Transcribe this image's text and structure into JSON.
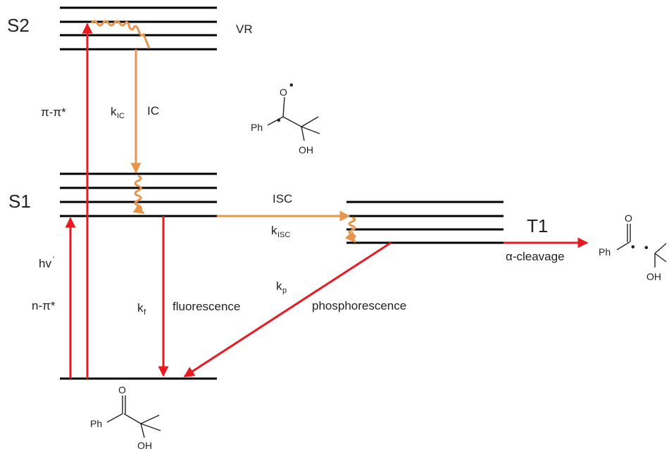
{
  "states": {
    "s2": "S2",
    "s1": "S1",
    "t1": "T1"
  },
  "labels": {
    "vr": "VR",
    "pi_pi_star": "π-π*",
    "n_pi_star": "n-π*",
    "hv": "hv",
    "hv_prime": "'",
    "k_ic_k": "k",
    "k_ic_sub": "IC",
    "ic": "IC",
    "isc": "ISC",
    "k_isc_k": "k",
    "k_isc_sub": "ISC",
    "k_f_k": "k",
    "k_f_sub": "f",
    "fluorescence": "fluorescence",
    "k_p_k": "k",
    "k_p_sub": "p",
    "phosphorescence": "phosphorescence",
    "alpha_cleavage": "α-cleavage"
  },
  "molecules": {
    "ground": {
      "ph": "Ph",
      "o": "O",
      "oh": "OH"
    },
    "excited": {
      "ph": "Ph",
      "o": "O",
      "oh": "OH",
      "radical": "•"
    },
    "fragments": {
      "ph": "Ph",
      "o": "O",
      "oh": "OH",
      "radical": "•"
    }
  },
  "colors": {
    "radiative": "#e8191f",
    "nonradiative": "#e8954a",
    "level": "#000000"
  }
}
